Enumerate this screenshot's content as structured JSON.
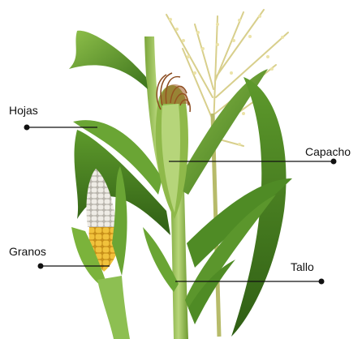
{
  "labels": {
    "hojas": "Hojas",
    "granos": "Granos",
    "capacho": "Capacho",
    "tallo": "Tallo"
  },
  "colors": {
    "leaf_dark": "#3f7a1f",
    "leaf_light": "#7fb23f",
    "stalk": "#9cc25a",
    "kernel": "#e9b42a",
    "kernel_white": "#e8e4dc",
    "silk": "#8a4a1e",
    "tassel": "#e3dc9e",
    "leader_line": "#111111"
  }
}
